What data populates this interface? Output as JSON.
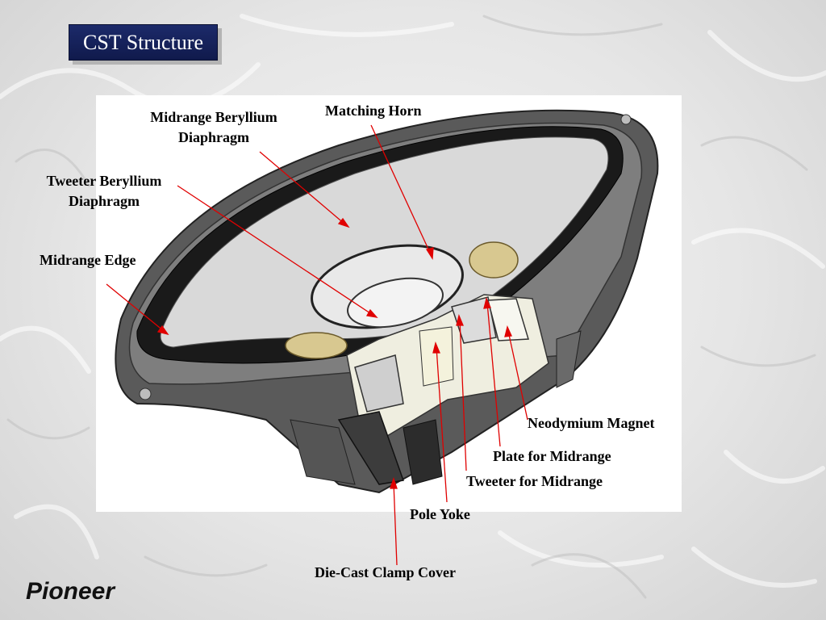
{
  "slide": {
    "title": "CST Structure",
    "brand": "Pioneer"
  },
  "labels": {
    "midrange_beryllium_diaphragm": [
      "Midrange Beryllium",
      "Diaphragm"
    ],
    "matching_horn": "Matching Horn",
    "tweeter_beryllium_diaphragm": [
      "Tweeter Beryllium",
      "Diaphragm"
    ],
    "midrange_edge": "Midrange Edge",
    "neodymium_magnet": "Neodymium Magnet",
    "plate_for_midrange": "Plate for Midrange",
    "tweeter_for_midrange": "Tweeter for Midrange",
    "pole_yoke": "Pole Yoke",
    "die_cast_clamp_cover": "Die-Cast Clamp Cover"
  },
  "colors": {
    "title_bg": "#14205a",
    "leader_line": "#e00000",
    "metal_dark": "#4a4a4a",
    "metal_mid": "#8c8c8c",
    "cone": "#dcdcdc",
    "magnet": "#efeee0",
    "coil": "#d8c890"
  }
}
